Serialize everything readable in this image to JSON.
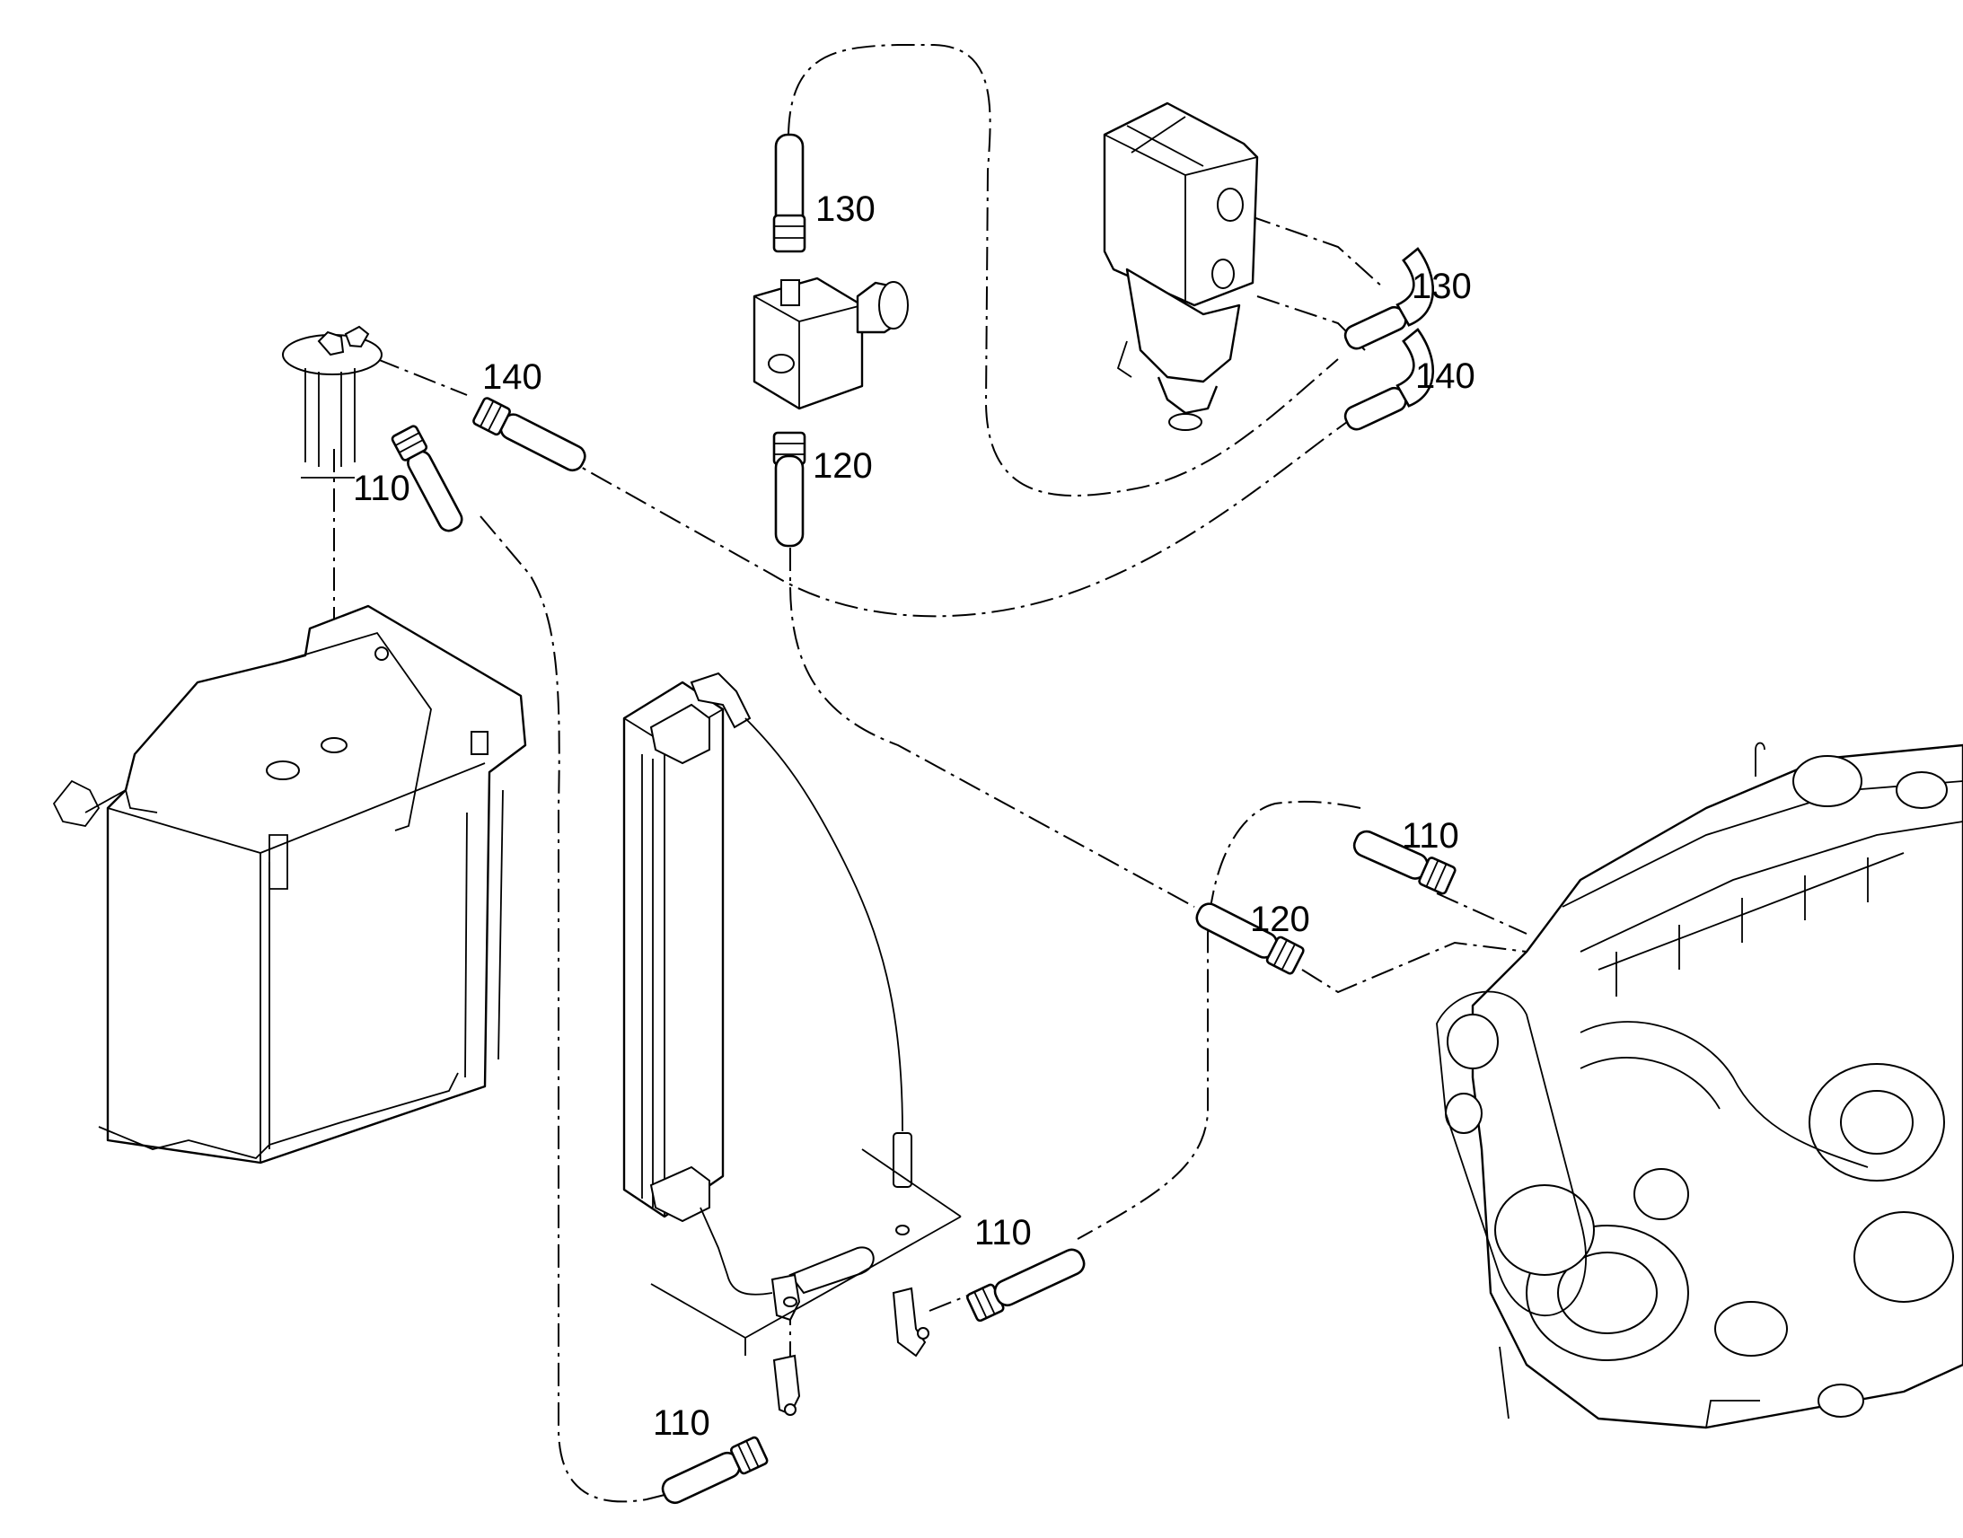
{
  "callouts": {
    "c130_top": "130",
    "c130_right": "130",
    "c140_left": "140",
    "c140_right": "140",
    "c120_top": "120",
    "c120_mid": "120",
    "c110_tank": "110",
    "c110_engine": "110",
    "c110_mid": "110",
    "c110_bottom": "110"
  }
}
